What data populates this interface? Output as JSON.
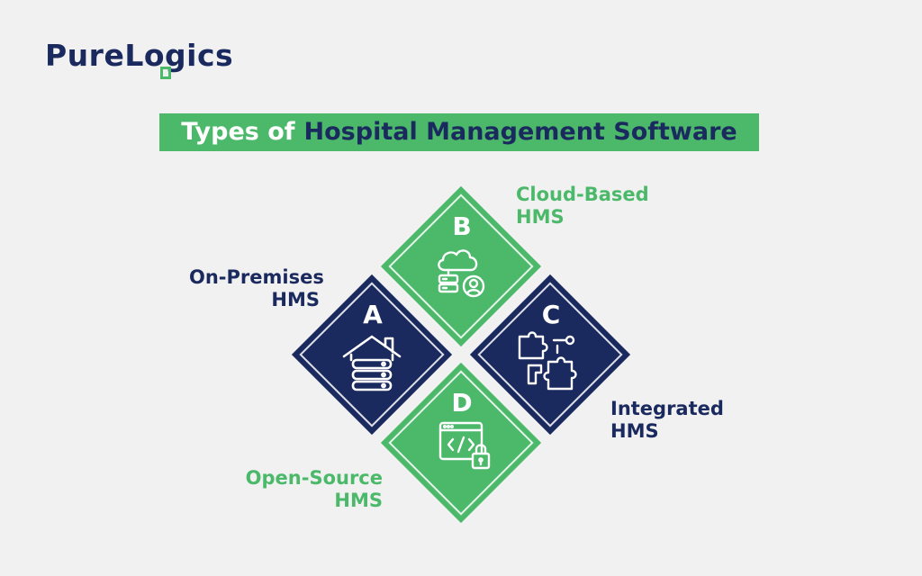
{
  "logo": {
    "text": "PureLogics"
  },
  "title": {
    "part1": "Types of",
    "part2": "Hospital Management Software"
  },
  "colors": {
    "green": "#4cb96a",
    "navy": "#1b2a5e",
    "background": "#f1f1f1"
  },
  "diagram": {
    "items": [
      {
        "letter": "A",
        "line1": "On-Premises",
        "line2": "HMS",
        "icon": "house-server-icon"
      },
      {
        "letter": "B",
        "line1": "Cloud-Based",
        "line2": "HMS",
        "icon": "cloud-server-user-icon"
      },
      {
        "letter": "C",
        "line1": "Integrated",
        "line2": "HMS",
        "icon": "puzzle-pieces-icon"
      },
      {
        "letter": "D",
        "line1": "Open-Source",
        "line2": "HMS",
        "icon": "code-window-lock-icon"
      }
    ]
  }
}
